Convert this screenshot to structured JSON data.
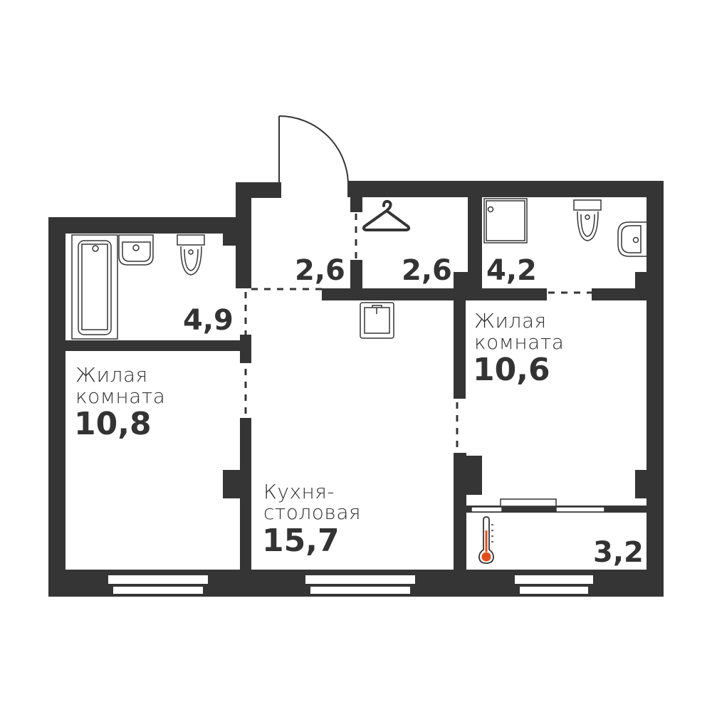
{
  "plan": {
    "wall_color": "#353535",
    "accent_color": "#e0501f",
    "rooms": [
      {
        "id": "bathroom",
        "area": "4,9"
      },
      {
        "id": "hallway",
        "area": "2,6"
      },
      {
        "id": "wardrobe",
        "area": "2,6"
      },
      {
        "id": "bathroom-2",
        "area": "4,2"
      },
      {
        "id": "bedroom-left",
        "name_line1": "Жилая",
        "name_line2": "комната",
        "area": "10,8"
      },
      {
        "id": "bedroom-right",
        "name_line1": "Жилая",
        "name_line2": "комната",
        "area": "10,6"
      },
      {
        "id": "kitchen",
        "name_line1": "Кухня-",
        "name_line2": "столовая",
        "area": "15,7"
      },
      {
        "id": "balcony",
        "area": "3,2"
      }
    ]
  }
}
